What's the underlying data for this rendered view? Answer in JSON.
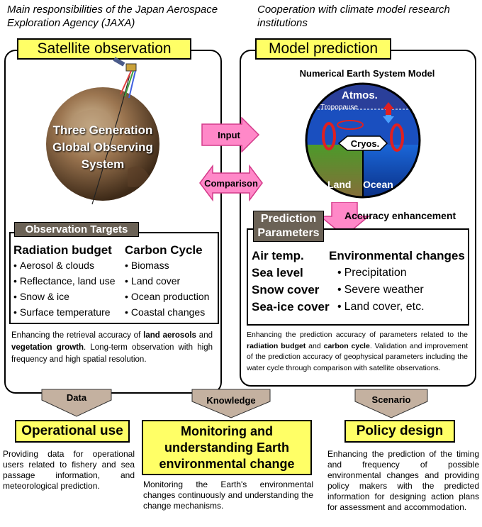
{
  "headers": {
    "left": "Main responsibilities of the Japan Aerospace Exploration Agency (JAXA)",
    "right": "Cooperation with climate model research institutions"
  },
  "satellite": {
    "title": "Satellite observation",
    "globe_text": "Three Generation Global Observing System",
    "targets_label": "Observation Targets",
    "col1": {
      "heading": "Radiation budget",
      "items": [
        "Aerosol & clouds",
        "Reflectance, land use",
        "Snow & ice",
        "Surface temperature"
      ]
    },
    "col2": {
      "heading": "Carbon Cycle",
      "items": [
        "Biomass",
        "Land cover",
        "Ocean production",
        "Coastal changes"
      ]
    },
    "desc_pre": "Enhancing the retrieval accuracy of ",
    "desc_b1": "land aerosols",
    "desc_mid": " and ",
    "desc_b2": "vegetation growth",
    "desc_post": ". Long-term observation with high frequency and high spatial resolution."
  },
  "model": {
    "title": "Model prediction",
    "subtitle": "Numerical Earth System Model",
    "labels": {
      "atmos": "Atmos.",
      "tropopause": "Tropopause",
      "cryos": "Cryos.",
      "land": "Land",
      "ocean": "Ocean"
    },
    "params_label": "Prediction Parameters",
    "accuracy": "Accuracy enhancement",
    "col1": [
      "Air temp.",
      "Sea level",
      "Snow cover",
      "Sea-ice cover"
    ],
    "col2_heading": "Environmental changes",
    "col2_items": [
      "Precipitation",
      "Severe weather",
      "Land cover, etc."
    ],
    "desc_pre": "Enhancing the prediction accuracy of parameters related to the ",
    "desc_b1": "radiation budget",
    "desc_mid": " and ",
    "desc_b2": "carbon cycle",
    "desc_post": ". Validation and improvement of the prediction accuracy of geophysical parameters including the water cycle through comparison with satellite observations."
  },
  "arrows": {
    "input": "Input",
    "comparison": "Comparison",
    "data": "Data",
    "knowledge": "Knowledge",
    "scenario": "Scenario"
  },
  "outputs": {
    "operational": {
      "title": "Operational use",
      "text": "Providing data for  operational users related to fishery and sea passage information, and meteorological prediction."
    },
    "monitoring": {
      "title": "Monitoring and understanding Earth environmental change",
      "text": "Monitoring the Earth's environmental changes continuously and understanding the change mechanisms."
    },
    "policy": {
      "title": "Policy design",
      "text": "Enhancing the prediction of the timing and frequency of possible environmental changes and providing policy makers with the predicted information for designing action plans for assessment and accommodation."
    }
  },
  "colors": {
    "yellow": "#ffff66",
    "pink": "#ff88c8",
    "pink_border": "#d43a8a",
    "grey_label": "#6b6256",
    "tan_arrow": "#c4b1a0"
  }
}
